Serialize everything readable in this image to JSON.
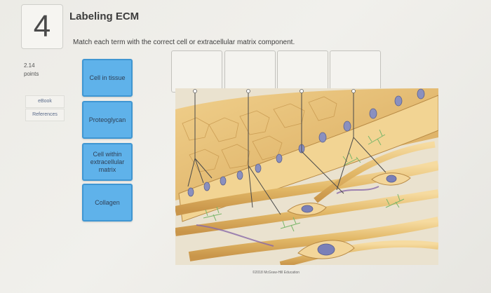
{
  "question": {
    "number": "4",
    "title": "Labeling ECM",
    "instructions": "Match each term with the correct cell or extracellular matrix component.",
    "points_value": "2.14",
    "points_label": "points"
  },
  "sidebar": {
    "ebook": "eBook",
    "references": "References"
  },
  "terms": [
    "Cell in tissue",
    "Proteoglycan",
    "Cell within extracellular matrix",
    "Collagen"
  ],
  "drop_targets_count": 4,
  "image": {
    "copyright": "©2018 McGraw-Hill Education"
  },
  "colors": {
    "term_fill": "#5fb2ea",
    "term_border": "#3f96d2",
    "cells": "#e8c27a",
    "nuclei": "#7f86b9"
  }
}
